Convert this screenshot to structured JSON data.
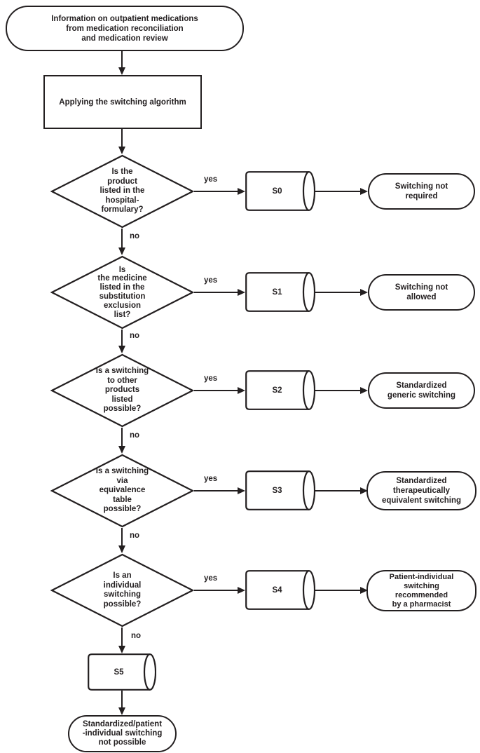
{
  "flowchart": {
    "start": "Information on outpatient medications\nfrom medication reconciliation\nand medication review",
    "process": "Applying the switching algorithm",
    "yes_label": "yes",
    "no_label": "no",
    "decisions": [
      {
        "question": "Is the\nproduct\nlisted in the\nhospital-\nformulary?",
        "step": "S0",
        "outcome": "Switching not\nrequired"
      },
      {
        "question": "Is\nthe medicine\nlisted in the\nsubstitution\nexclusion\nlist?",
        "step": "S1",
        "outcome": "Switching not\nallowed"
      },
      {
        "question": "Is a switching\nto other\nproducts\nlisted\npossible?",
        "step": "S2",
        "outcome": "Standardized\ngeneric switching"
      },
      {
        "question": "Is a switching\nvia\nequivalence\ntable\npossible?",
        "step": "S3",
        "outcome": "Standardized\ntherapeutically\nequivalent switching"
      },
      {
        "question": "Is an\nindividual\nswitching\npossible?",
        "step": "S4",
        "outcome": "Patient-individual\nswitching\nrecommended\nby a pharmacist"
      }
    ],
    "fallback": {
      "step": "S5",
      "outcome": "Standardized/patient\n-individual switching\nnot possible"
    }
  },
  "colors": {
    "line": "#231f20",
    "background": "#ffffff"
  }
}
